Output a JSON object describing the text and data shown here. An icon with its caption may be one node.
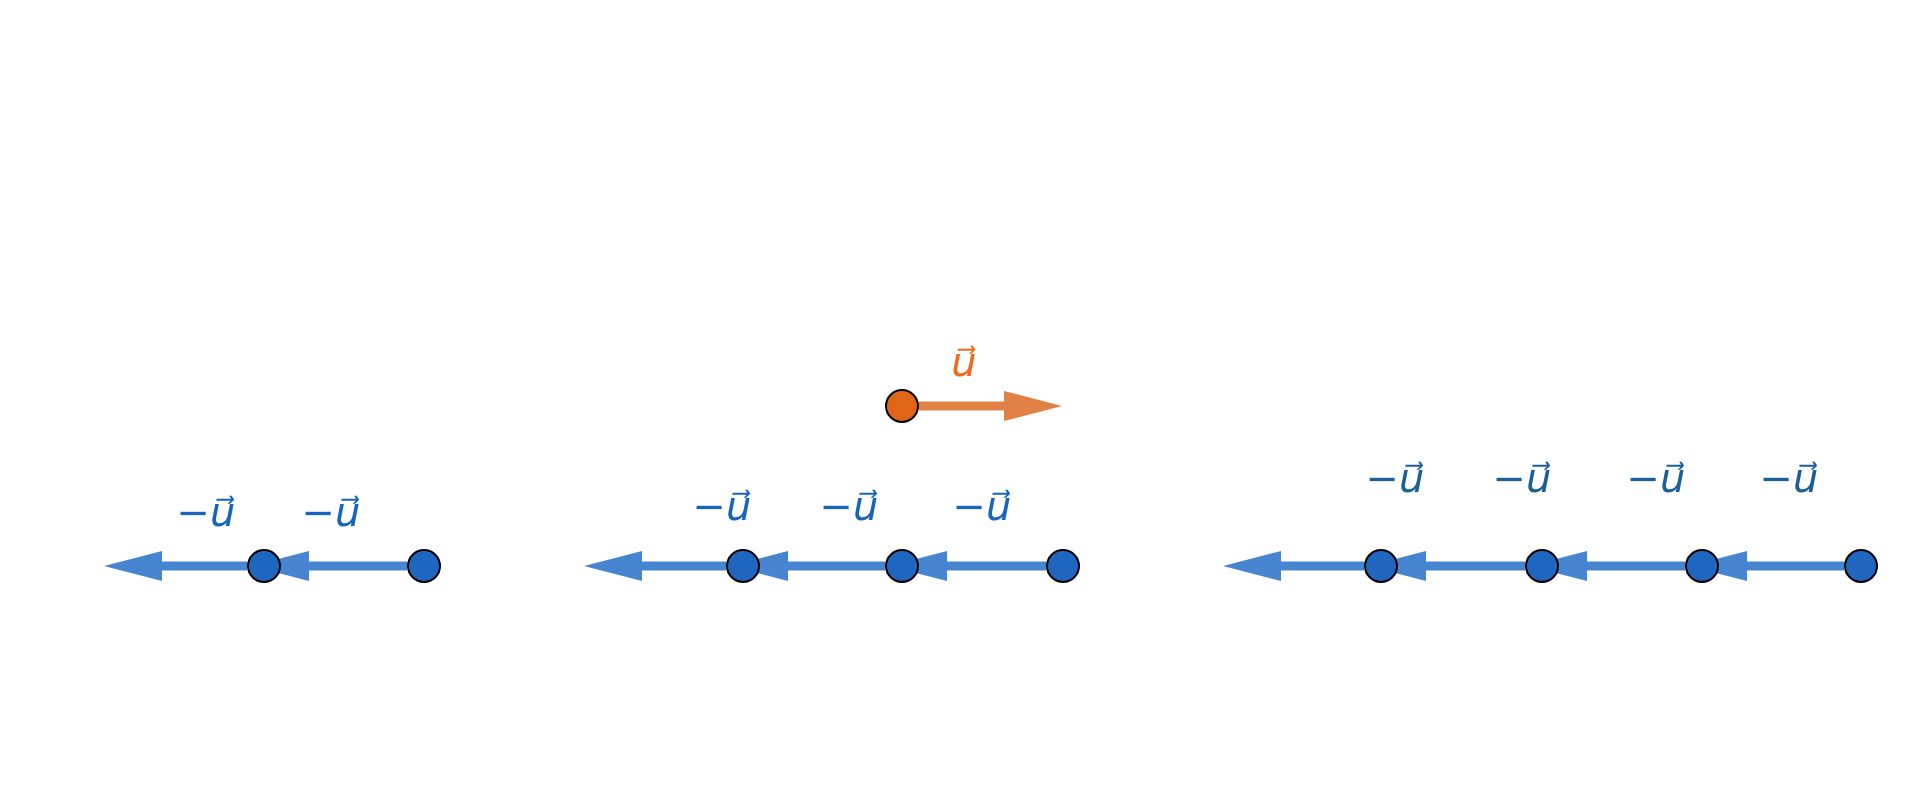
{
  "diagram": {
    "nodes": [
      {
        "text": [],
        "shape": "circle"
      },
      {
        "text": [],
        "shape": "circle"
      },
      {
        "text": [],
        "shape": "circle"
      },
      {
        "text": [],
        "shape": "circle"
      },
      {
        "text": [],
        "shape": "circle"
      },
      {
        "text": [],
        "shape": "circle"
      },
      {
        "text": [],
        "shape": "circle"
      },
      {
        "text": [],
        "shape": "circle"
      },
      {
        "text": [],
        "shape": "circle"
      },
      {
        "text": [],
        "shape": "circle"
      }
    ],
    "edges": [
      {
        "from": 0,
        "to": null,
        "arrow": "to",
        "label": "u⃗",
        "color": "#e07b3c"
      },
      {
        "from": 1,
        "to": null,
        "arrow": "to",
        "label": "−u⃗"
      },
      {
        "from": 2,
        "to": 1,
        "arrow": "to",
        "label": "−u⃗"
      },
      {
        "from": 3,
        "to": null,
        "arrow": "to",
        "label": "−u⃗"
      },
      {
        "from": 4,
        "to": 3,
        "arrow": "to",
        "label": "−u⃗"
      },
      {
        "from": 5,
        "to": 4,
        "arrow": "to",
        "label": "−u⃗"
      },
      {
        "from": 6,
        "to": null,
        "arrow": "to",
        "label": "−u⃗"
      },
      {
        "from": 7,
        "to": 6,
        "arrow": "to",
        "label": "−u⃗"
      },
      {
        "from": 8,
        "to": 7,
        "arrow": "to",
        "label": "−u⃗"
      },
      {
        "from": 9,
        "to": 8,
        "arrow": "to",
        "label": "−u⃗"
      }
    ]
  }
}
